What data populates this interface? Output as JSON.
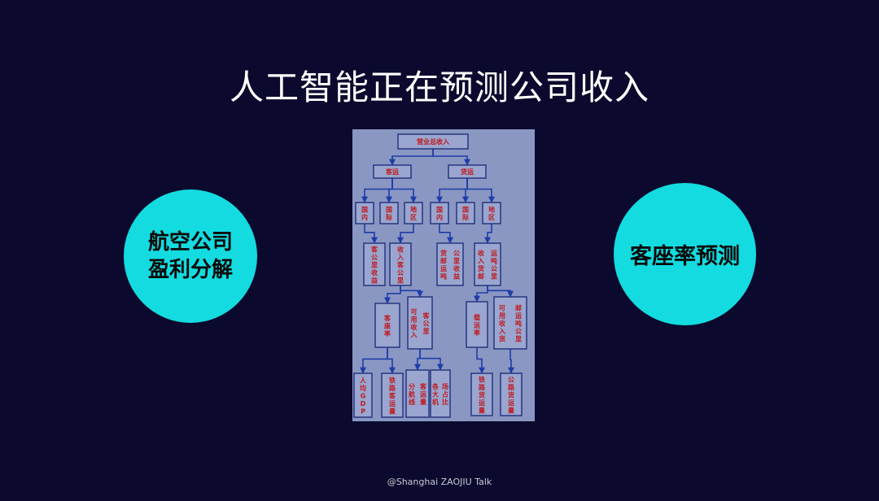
{
  "slide": {
    "title": "人工智能正在预测公司收入",
    "footer": "@Shanghai ZAOJIU Talk"
  },
  "left_circle": {
    "line1": "航空公司",
    "line2": "盈利分解"
  },
  "right_circle": {
    "label": "客座率预测"
  },
  "diagram": {
    "nodes": [
      {
        "id": "root",
        "text": "营业总收入"
      },
      {
        "id": "pax",
        "text": "客运"
      },
      {
        "id": "cargo",
        "text": "货运"
      },
      {
        "id": "pax_dom",
        "text": "国内"
      },
      {
        "id": "pax_intl",
        "text": "国际"
      },
      {
        "id": "pax_reg",
        "text": "地区"
      },
      {
        "id": "cargo_dom",
        "text": "国内"
      },
      {
        "id": "cargo_intl",
        "text": "国际"
      },
      {
        "id": "cargo_reg",
        "text": "地区"
      },
      {
        "id": "pax_km_yield",
        "text": "客公里收益"
      },
      {
        "id": "pax_rev_km",
        "text": "收入客公里"
      },
      {
        "id": "cargo_yield",
        "text": "货邮运吨公里收益"
      },
      {
        "id": "cargo_rev_tkm",
        "text": "收入货邮运吨公里"
      },
      {
        "id": "load_factor",
        "text": "客座率"
      },
      {
        "id": "avail_seat_km",
        "text": "可用收入客公里"
      },
      {
        "id": "cargo_load",
        "text": "载运率"
      },
      {
        "id": "avail_cargo_tkm",
        "text": "可用收入货邮运吨公里"
      },
      {
        "id": "gdp",
        "text": "人均GDP"
      },
      {
        "id": "rail_pax",
        "text": "铁路客运量"
      },
      {
        "id": "route_pax",
        "text": "分航线客运量"
      },
      {
        "id": "airport_share",
        "text": "各大机场占比"
      },
      {
        "id": "rail_cargo",
        "text": "铁路货运量"
      },
      {
        "id": "road_cargo",
        "text": "公路货运量"
      }
    ]
  }
}
